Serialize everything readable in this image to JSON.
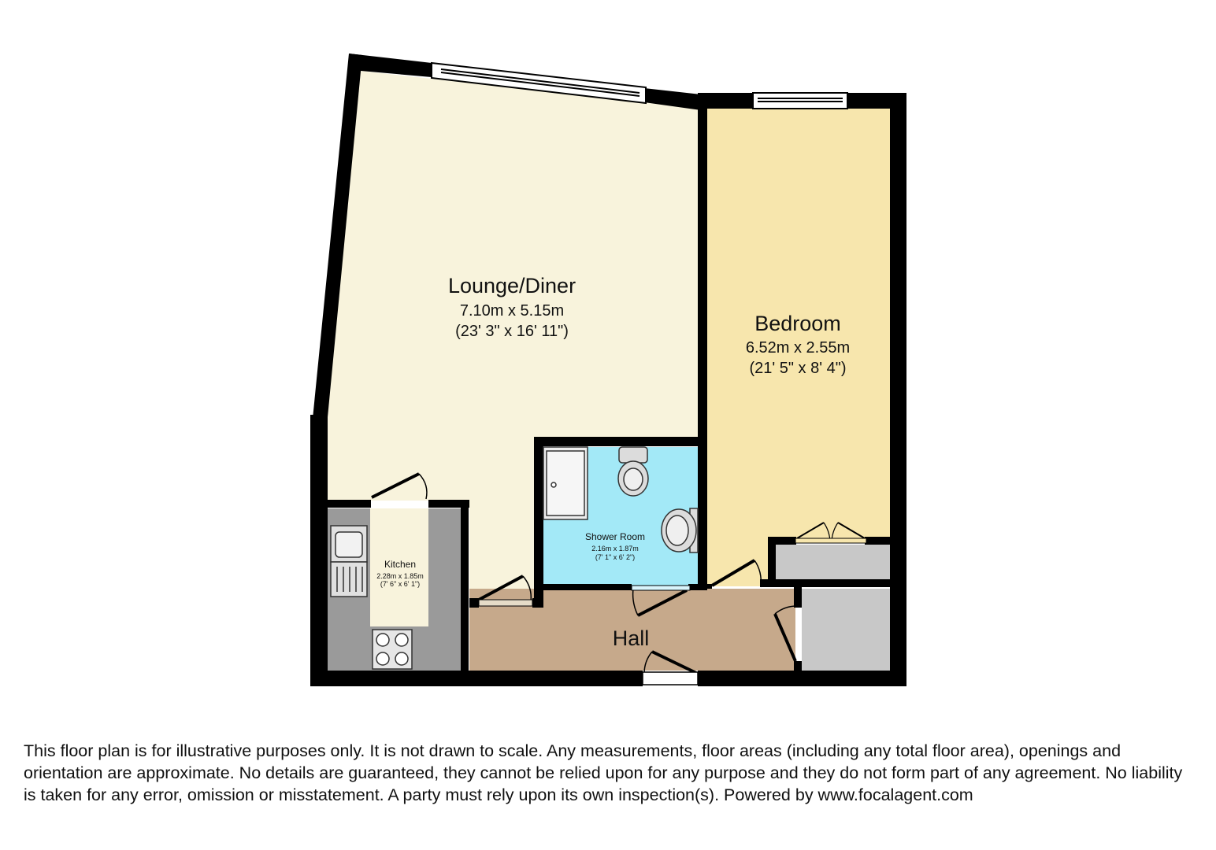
{
  "colors": {
    "wall": "#000000",
    "lounge_floor": "#f8f3dc",
    "bedroom_floor": "#f7e6ad",
    "shower_floor": "#a3e9f7",
    "hall_floor": "#c6a98b",
    "kitchen_units": "#9a9a9a",
    "kitchen_floor": "#f8f3dc",
    "storage": "#c8c8c8"
  },
  "rooms": {
    "lounge": {
      "name": "Lounge/Diner",
      "metric": "7.10m x 5.15m",
      "imperial": "(23' 3\" x 16' 11\")"
    },
    "bedroom": {
      "name": "Bedroom",
      "metric": "6.52m x 2.55m",
      "imperial": "(21' 5\" x 8' 4\")"
    },
    "shower": {
      "name": "Shower Room",
      "metric": "2.16m x 1.87m",
      "imperial": "(7' 1\" x 6' 2\")"
    },
    "kitchen": {
      "name": "Kitchen",
      "metric": "2.28m x 1.85m",
      "imperial": "(7' 6\" x 6' 1\")"
    },
    "hall": {
      "name": "Hall"
    }
  },
  "fixtures": [
    "sink-icon",
    "drainer-icon",
    "hob-icon",
    "shower-tray-icon",
    "toilet-icon",
    "basin-icon",
    "window-icon"
  ],
  "disclaimer": "This floor plan is for illustrative purposes only. It is not drawn to scale. Any measurements, floor areas (including any total floor area), openings and orientation are approximate. No details are guaranteed, they cannot be relied upon for any purpose and they do not form part of any agreement. No liability is taken for any error, omission or misstatement. A party must rely upon its own inspection(s). Powered by www.focalagent.com"
}
